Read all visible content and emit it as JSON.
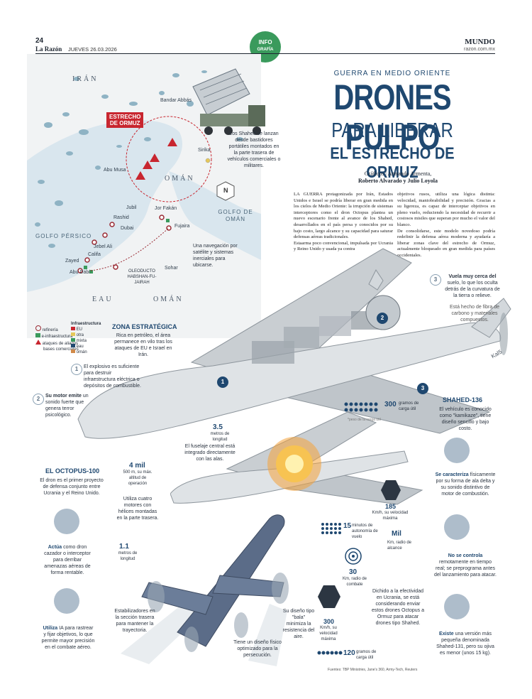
{
  "header": {
    "page": "24",
    "paper": "La Razón",
    "date": "JUEVES 26.03.2026",
    "badge_line1": "INFO",
    "badge_line2": "GRAFÍA",
    "section": "MUNDO",
    "site": "razon.com.mx"
  },
  "titles": {
    "kicker": "GUERRA EN MEDIO ORIENTE",
    "main": "DRONES PULPO",
    "sub": "PARA LIBERAR",
    "sub2": "EL ESTRECHO DE ORMUZ"
  },
  "credits": {
    "graphics": "Gráficos | Armando Armenta,",
    "names": "Roberto Alvarado y Julio Loyola"
  },
  "body": {
    "col1": "LA GUERRA protagonizada por Irán, Estados Unidos e Israel se podría liberar en gran medida en los cielos de Medio Oriente: la irrupción de sistemas interceptores como el dron Octopus plantea un nuevo escenario frente al avance de los Shahed, desarrollados en el país persa y conocidos por su bajo costo, largo alcance y su capacidad para saturar defensas aéreas tradicionales.\nEstaarma poco convencional, impulsada por Ucrania y Reino Unido y usada ya contra",
    "col2": "objetivos rusos, utiliza una lógica distinta: velocidad, maniobrabilidad y precisión. Gracias a su ligereza, es capaz de interceptar objetivos en pleno vuelo, reduciendo la necesidad de recurrir a costosos misiles que superan por mucho el valor del blanco.\nDe consolidarse, este modelo novedoso podría redefinir la defensa aérea moderna y ayudaría a liberar zonas clave del estrecho de Ormuz, actualmente bloqueado en gran medida para países occidentales."
  },
  "map": {
    "countries": [
      "IRÁN",
      "OMÁN",
      "EAU",
      "OMÁN"
    ],
    "gulfs": [
      "GOLFO PÉRSICO",
      "GOLFO DE OMÁN"
    ],
    "strait_label_1": "ESTRECHO",
    "strait_label_2": "DE ORMUZ",
    "places": [
      "Bandar Abbás",
      "Abu Musa",
      "Jor Fakán",
      "Rashid",
      "Dubai",
      "Fujaira",
      "Jebel Ali",
      "Sohar",
      "Zayed",
      "Califa",
      "Abu Dabi",
      "Sirika",
      "Jubil"
    ],
    "pipeline": [
      "OLEODUCTO",
      "HABSHAN-FU-",
      "JAIRAH"
    ],
    "legend_left": [
      "refinería",
      "e-infraestructura",
      "ataques de aliados",
      "bases comerciales"
    ],
    "legend_right_title": "Infraestructura",
    "legend_right": [
      "EU",
      "otra",
      "mixta",
      "eau",
      "omán"
    ],
    "truck_note": "Los Shahed se lanzan desde bastidores portátiles montados en la parte trasera de vehículos comerciales o militares.",
    "compass": "N"
  },
  "zona": {
    "title": "ZONA ESTRATÉGICA",
    "text": "Rica en petróleo, el área permanece en vilo tras los ataques de EU e Israel en Irán."
  },
  "shahed_notes": {
    "nav": "Una navegación por satélite y sistemas inerciales para ubicarse.",
    "n1": "El explosivo es suficiente para destruir infraestructura eléctrica o depósitos de combustible.",
    "n2_bold": "Su motor emite",
    "n2": "un sonido fuerte que genera terror psicológico.",
    "n3_bold": "Vuela muy cerca del",
    "n3": "suelo, lo que los oculta detrás de la curvatura de la tierra o relieve.",
    "fiber": "Está hecho de fibra de carbono y materiales compuestos.",
    "tail_mark": "Kal5",
    "numbers": [
      "1",
      "2",
      "3"
    ]
  },
  "shahed_side": {
    "title": "SHAHED-136",
    "intro": "El vehículo es conocido como \"kamikaze\", tiene diseño sencillo y bajo costo.",
    "p1_bold": "Se caracteriza",
    "p1": "físicamente por su forma de ala delta y su sonido distintivo de motor de combustión.",
    "p2_bold": "No se controla",
    "p2": "remotamente en tiempo real; se preprograma antes del lanzamiento para atacar.",
    "p3_bold": "Existe",
    "p3": "una versión más pequeña denominada Shahed-131, pero su ojiva es menor (unos 15 kg)."
  },
  "shahed_stats": {
    "payload_value": "300",
    "payload_unit": "gramos de carga útil",
    "payload_note": "*peso de la carga útil",
    "length_value": "3.5",
    "length_unit": "metros de longitud",
    "fuselage": "El fuselaje central está integrado directamente con las alas.",
    "speed_value": "185",
    "speed_unit": "Km/h, su velocidad máxima",
    "range_value": "Mil",
    "range_unit": "Km, radio de alcance"
  },
  "octopus": {
    "title": "EL OCTOPUS-100",
    "intro": "El dron es el primer proyecto de defensa conjunto entre Ucrania y el Reino Unido.",
    "alt_value": "4 mil",
    "alt_unit": "500 m, su máx. altitud de operación",
    "motors": "Utiliza cuatro motores con hélices montadas en la parte trasera.",
    "len_value": "1.1",
    "len_unit": "metros de longitud",
    "a1_bold": "Actúa",
    "a1": "como dron cazador o interceptor para derribar amenazas aéreas de forma rentable.",
    "a2_bold": "Utiliza",
    "a2": "IA para rastrear y fijar objetivos, lo que permite mayor precisión en el combate aéreo.",
    "stabilizers": "Estabilizadores en la sección trasera para mantener la trayectoria.",
    "autonomy_value": "15",
    "autonomy_unit": "minutos de autonomía de vuelo",
    "combat_value": "30",
    "combat_unit": "Km, radio de combate",
    "bullet": "Su diseño tipo \"bala\" minimiza la resistencia del aire.",
    "maxspeed_value": "300",
    "maxspeed_unit": "Km/h, su velocidad máxima",
    "ukraine": "Dichido a la efectividad en Ucrania, se está considerando enviar estos drones Octopus a Ormuz para atacar drones tipo Shahed.",
    "persecucion": "Tiene un diseño físico optimizado para la persecución.",
    "payload_value": "120",
    "payload_unit": "gramos de carga útil"
  },
  "footer": {
    "sources": "Fuentes: TBP Ministries, Jane's 360, Army-Tech, Reuters"
  },
  "colors": {
    "accent": "#1f4870",
    "green": "#3a9a5c",
    "red": "#c8262f",
    "map_water": "#d9e6ee",
    "map_land": "#f1f3f4"
  }
}
